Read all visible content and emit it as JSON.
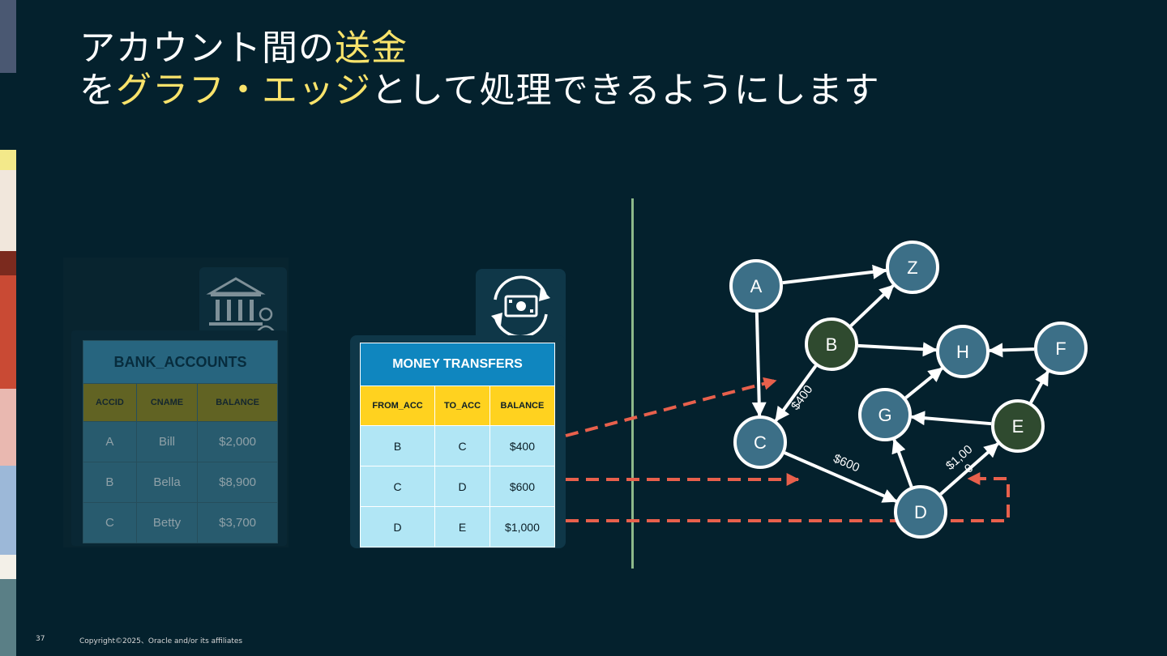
{
  "title": {
    "line1_a": "アカウント間の",
    "line1_b": "送金",
    "line2_a": "を",
    "line2_b": "グラフ・エッジ",
    "line2_c": "として処理できるようにします"
  },
  "bank_accounts": {
    "caption": "BANK_ACCOUNTS",
    "columns": [
      "ACCID",
      "CNAME",
      "BALANCE"
    ],
    "rows": [
      [
        "A",
        "Bill",
        "$2,000"
      ],
      [
        "B",
        "Bella",
        "$8,900"
      ],
      [
        "C",
        "Betty",
        "$3,700"
      ]
    ],
    "icon": "bank-user-icon"
  },
  "money_transfers": {
    "caption": "MONEY TRANSFERS",
    "columns": [
      "FROM_ACC",
      "TO_ACC",
      "BALANCE"
    ],
    "rows": [
      [
        "B",
        "C",
        "$400"
      ],
      [
        "C",
        "D",
        "$600"
      ],
      [
        "D",
        "E",
        "$1,000"
      ]
    ],
    "icon": "money-transfer-cycle-icon"
  },
  "graph": {
    "nodes": [
      {
        "id": "A",
        "dark": false
      },
      {
        "id": "Z",
        "dark": false
      },
      {
        "id": "B",
        "dark": true
      },
      {
        "id": "H",
        "dark": false
      },
      {
        "id": "F",
        "dark": false
      },
      {
        "id": "G",
        "dark": false
      },
      {
        "id": "E",
        "dark": true
      },
      {
        "id": "C",
        "dark": false
      },
      {
        "id": "D",
        "dark": false
      }
    ],
    "edges": [
      {
        "from": "A",
        "to": "Z"
      },
      {
        "from": "A",
        "to": "C"
      },
      {
        "from": "B",
        "to": "Z"
      },
      {
        "from": "B",
        "to": "H"
      },
      {
        "from": "B",
        "to": "C",
        "label": "$400"
      },
      {
        "from": "F",
        "to": "H"
      },
      {
        "from": "G",
        "to": "H"
      },
      {
        "from": "E",
        "to": "G"
      },
      {
        "from": "E",
        "to": "F"
      },
      {
        "from": "C",
        "to": "D",
        "label": "$600"
      },
      {
        "from": "D",
        "to": "G"
      },
      {
        "from": "D",
        "to": "E",
        "label": "$1,00",
        "label2": "0"
      }
    ]
  },
  "footer": {
    "page": "37",
    "copyright": "Copyright©2025、Oracle and/or its affiliates"
  },
  "colors": {
    "background": "#04212d",
    "highlight": "#f9e36b",
    "node_blue": "#3c6f87",
    "node_dark": "#2f4a2f",
    "dashed_arrow": "#e8604c"
  }
}
